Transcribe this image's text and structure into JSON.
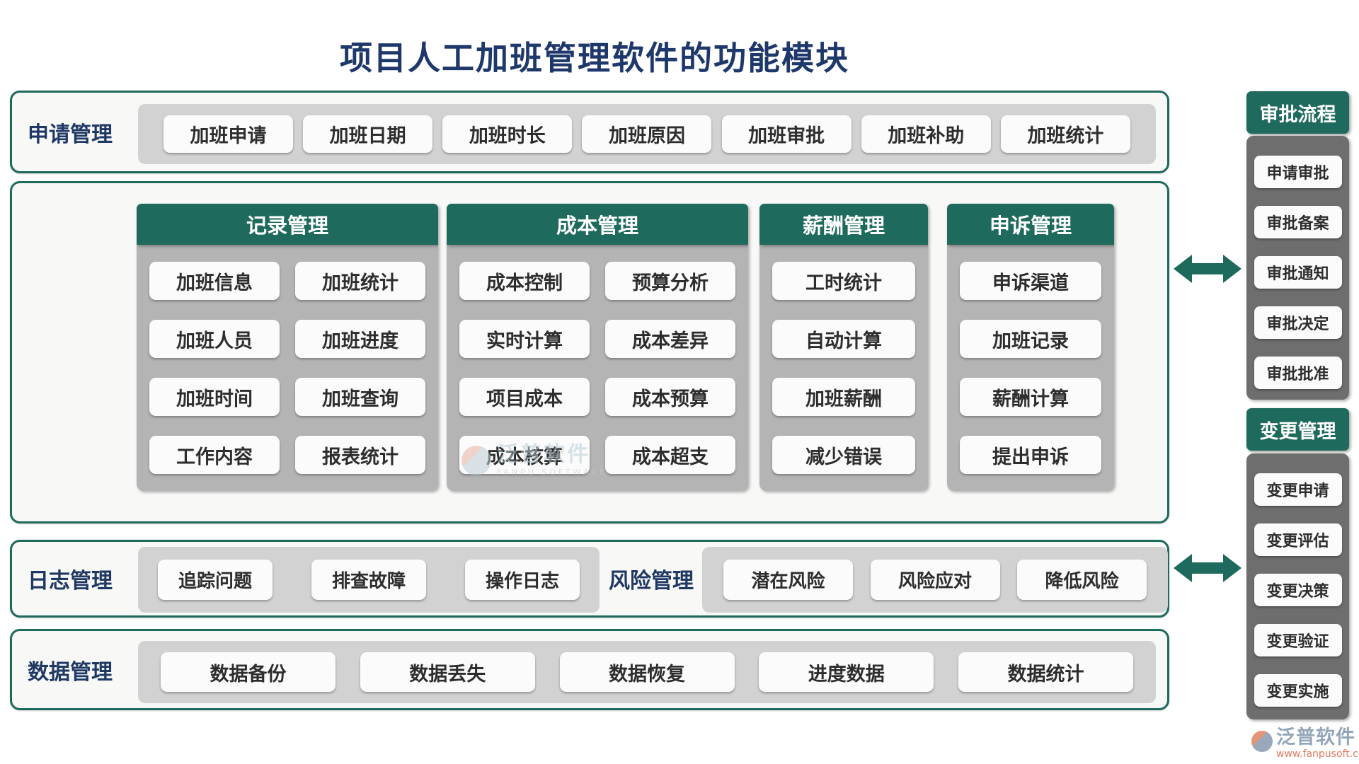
{
  "title": "项目人工加班管理软件的功能模块",
  "colors": {
    "accent_teal": "#1e6a5c",
    "label_navy": "#1f3864",
    "tray_gray": "#d2d2d2",
    "column_gray": "#b4b4b4",
    "sidebar_gray": "#6e6e6e",
    "chip_bg": "#fbfbfb",
    "logo_text": "#93a5b8",
    "logo_url_color": "#e07a5f"
  },
  "apply": {
    "label": "申请管理",
    "items": [
      "加班申请",
      "加班日期",
      "加班时长",
      "加班原因",
      "加班审批",
      "加班补助",
      "加班统计"
    ]
  },
  "columns": [
    {
      "title": "记录管理",
      "items": [
        "加班信息",
        "加班统计",
        "加班人员",
        "加班进度",
        "加班时间",
        "加班查询",
        "工作内容",
        "报表统计"
      ]
    },
    {
      "title": "成本管理",
      "items": [
        "成本控制",
        "预算分析",
        "实时计算",
        "成本差异",
        "项目成本",
        "成本预算",
        "成本核算",
        "成本超支"
      ]
    },
    {
      "title": "薪酬管理",
      "items": [
        "工时统计",
        "自动计算",
        "加班薪酬",
        "减少错误"
      ]
    },
    {
      "title": "申诉管理",
      "items": [
        "申诉渠道",
        "加班记录",
        "薪酬计算",
        "提出申诉"
      ]
    }
  ],
  "log": {
    "label": "日志管理",
    "items": [
      "追踪问题",
      "排查故障",
      "操作日志"
    ]
  },
  "risk": {
    "label": "风险管理",
    "items": [
      "潜在风险",
      "风险应对",
      "降低风险"
    ]
  },
  "data_mgmt": {
    "label": "数据管理",
    "items": [
      "数据备份",
      "数据丢失",
      "数据恢复",
      "进度数据",
      "数据统计"
    ]
  },
  "sidebar": {
    "approval": {
      "title": "审批流程",
      "items": [
        "申请审批",
        "审批备案",
        "审批通知",
        "审批决定",
        "审批批准"
      ]
    },
    "change": {
      "title": "变更管理",
      "items": [
        "变更申请",
        "变更评估",
        "变更决策",
        "变更验证",
        "变更实施"
      ]
    }
  },
  "watermark": {
    "name": "泛普软件",
    "sub": "FANPU SOFTWARE"
  },
  "footer": {
    "brand": "泛普软件",
    "url": "www.fanpusoft.com"
  }
}
